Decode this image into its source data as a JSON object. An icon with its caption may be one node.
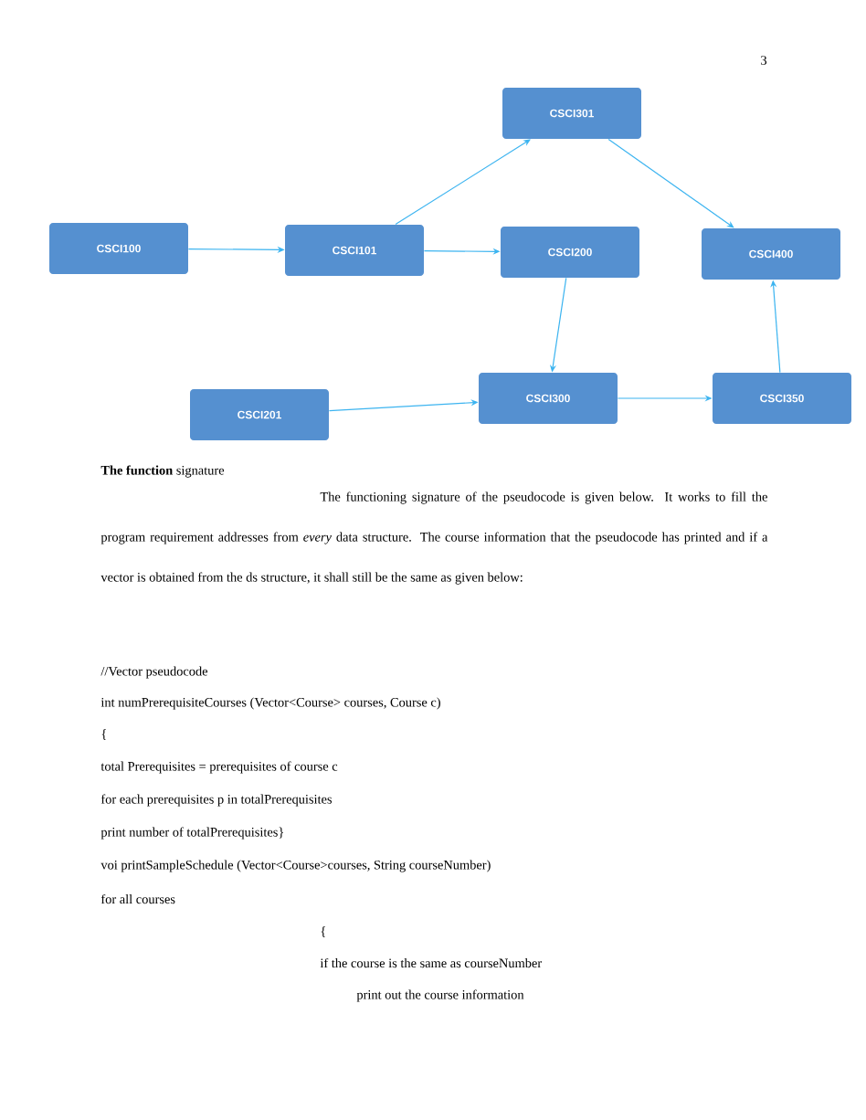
{
  "diagram": {
    "nodes": [
      {
        "text": [
          "CSCI301"
        ]
      },
      {
        "text": [
          "CSCI100"
        ]
      },
      {
        "text": [
          "CSCI101"
        ]
      },
      {
        "text": [
          "CSCI200"
        ]
      },
      {
        "text": [
          "CSCI400"
        ]
      },
      {
        "text": [
          "CSCI201"
        ]
      },
      {
        "text": [
          "CSCI300"
        ]
      },
      {
        "text": [
          "CSCI350"
        ]
      }
    ],
    "edges": [
      {
        "from": 1,
        "to": 2,
        "arrow": "to"
      },
      {
        "from": 2,
        "to": 0,
        "arrow": "to"
      },
      {
        "from": 0,
        "to": 4,
        "arrow": "to"
      },
      {
        "from": 2,
        "to": 3,
        "arrow": "to"
      },
      {
        "from": 3,
        "to": 6,
        "arrow": "to"
      },
      {
        "from": 5,
        "to": 6,
        "arrow": "to"
      },
      {
        "from": 6,
        "to": 7,
        "arrow": "to"
      },
      {
        "from": 7,
        "to": 4,
        "arrow": "to"
      }
    ],
    "labels": [
      "3",
      "**The function** signature",
      "The functioning signature of the pseudocode is given below. It works to fill the program requirement addresses from *every* data structure. The course information that the pseudocode has printed and if a vector is obtained from the ds structure, it shall still be the same as given below:",
      "//Vector pseudocode",
      "int numPrerequisiteCourses (Vector<Course> courses, Course c)",
      "{",
      "total Prerequisites = prerequisites of course c",
      "for each prerequisites p in totalPrerequisites",
      "print number of totalPrerequisites}",
      "voi printSampleSchedule (Vector<Course>courses, String courseNumber)",
      "for all courses",
      "{",
      "if the course is the same as courseNumber",
      "print out the course information"
    ]
  }
}
